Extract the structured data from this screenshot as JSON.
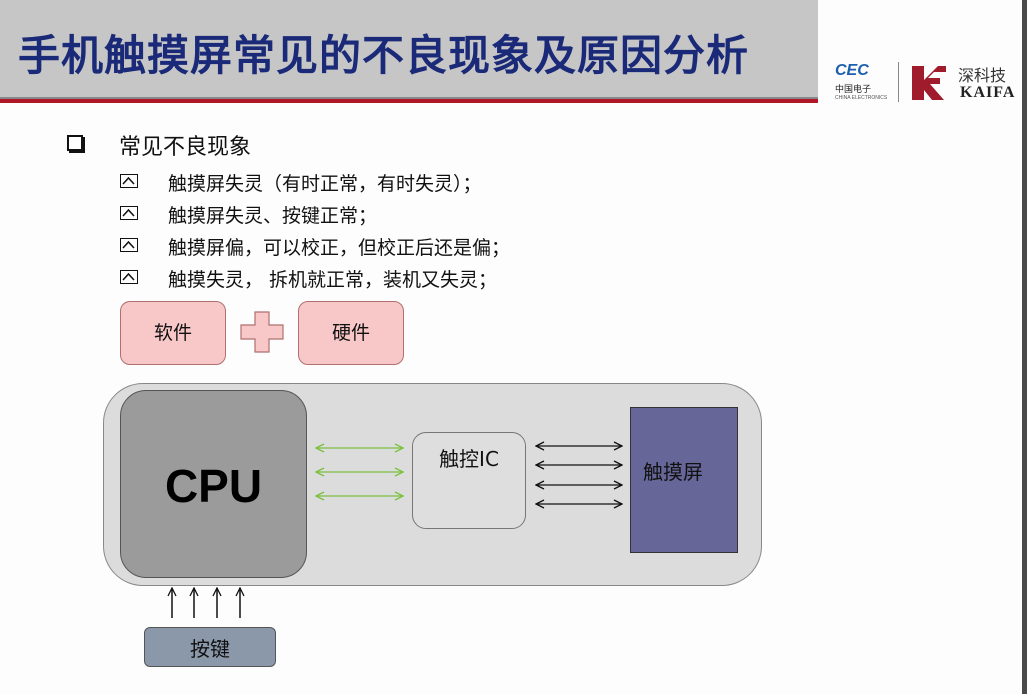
{
  "header": {
    "title": "手机触摸屏常见的不良现象及原因分析"
  },
  "logos": {
    "cec_text": "CEC",
    "cec_cn": "中国电子",
    "cec_en": "CHINA ELECTRONICS",
    "kaifa_cn": "深科技",
    "kaifa_en": "KAIFA"
  },
  "content": {
    "main_bullet": "常见不良现象",
    "sub_items": [
      "触摸屏失灵（有时正常，有时失灵）；",
      "触摸屏失灵、按键正常；",
      "触摸屏偏，可以校正，但校正后还是偏；",
      "触摸失灵， 拆机就正常，装机又失灵；"
    ]
  },
  "diagram": {
    "software": "软件",
    "hardware": "硬件",
    "cpu": "CPU",
    "touch_ic": "触控IC",
    "touch_screen": "触摸屏",
    "keys": "按键"
  },
  "colors": {
    "title": "#1a2a78",
    "title_band": "#c6c6c6",
    "accent_rule": "#b0182a",
    "pink_box": "#f8c8c8",
    "cpu": "#9b9b9b",
    "screen": "#666699",
    "keys": "#8a98aa",
    "green_arrow": "#7ac040"
  }
}
